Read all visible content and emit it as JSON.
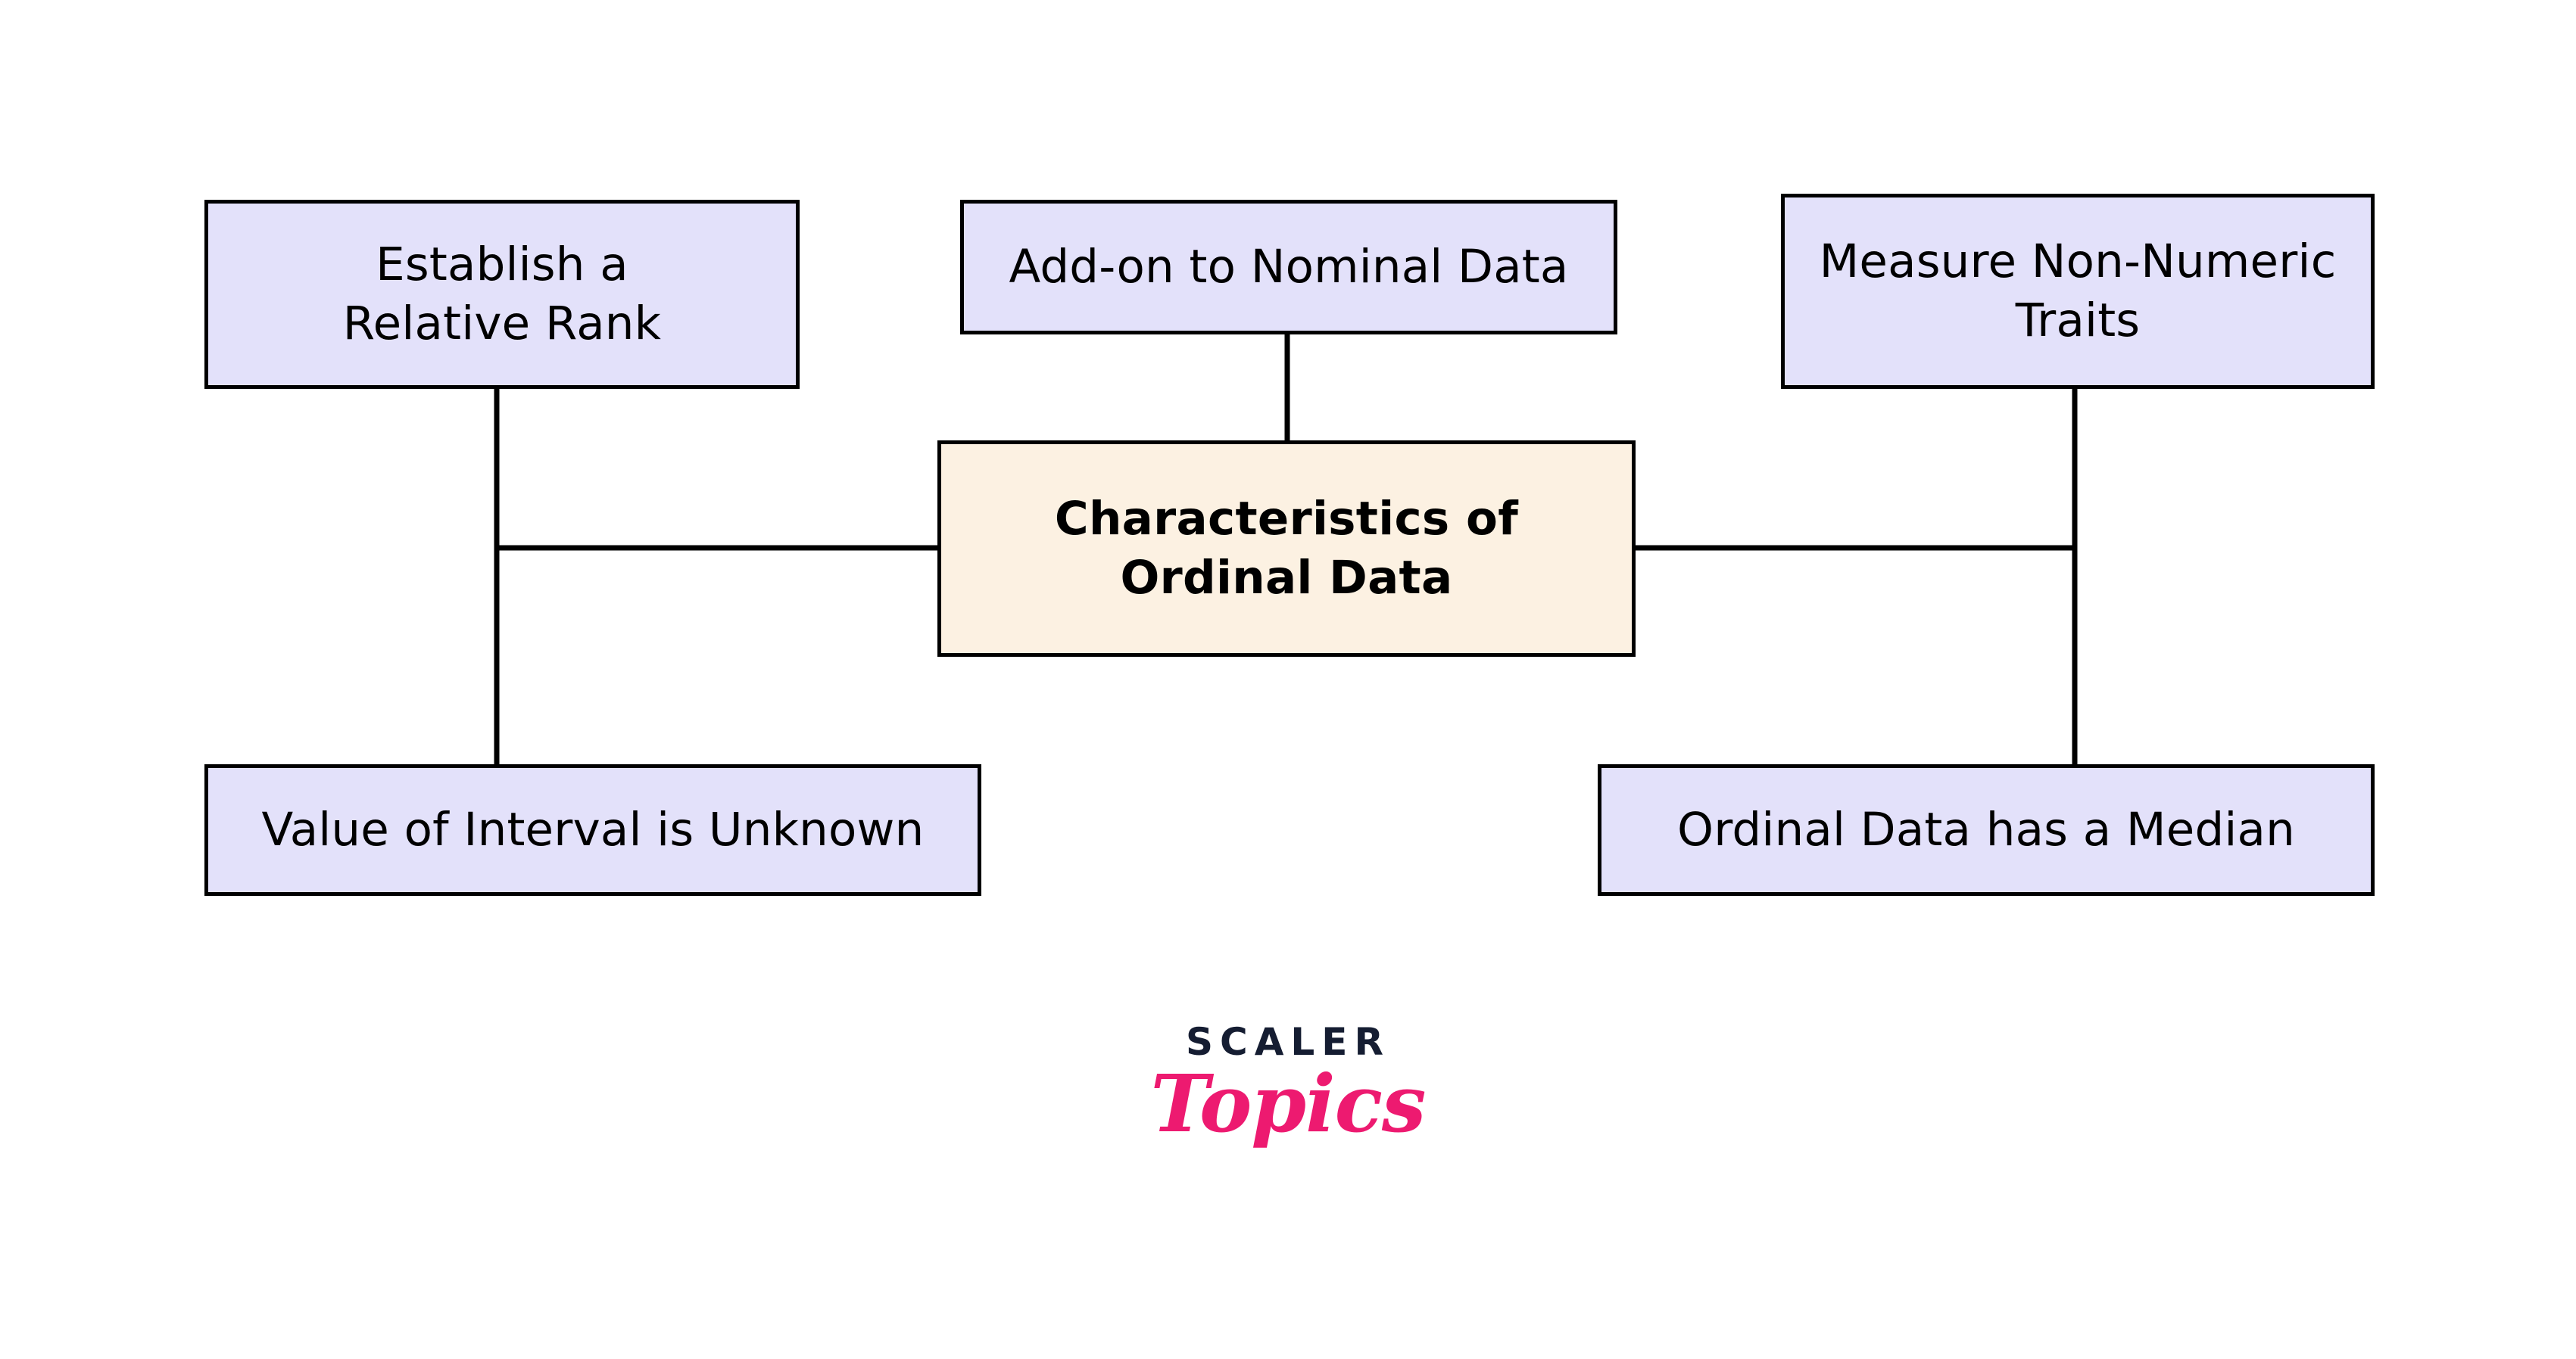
{
  "diagram": {
    "title": "Characteristics of Ordinal Data",
    "type": "mind-map",
    "colors": {
      "branch_fill": "#e3e1fa",
      "center_fill": "#fcf1e2",
      "border": "#000000",
      "text": "#000000",
      "background": "#ffffff"
    },
    "center_node": {
      "label": "Characteristics of\nOrdinal Data"
    },
    "branch_nodes": [
      {
        "id": "establish-relative-rank",
        "label": "Establish a\nRelative Rank"
      },
      {
        "id": "add-on-nominal-data",
        "label": "Add-on to Nominal Data"
      },
      {
        "id": "measure-non-numeric",
        "label": "Measure Non-Numeric\nTraits"
      },
      {
        "id": "value-interval-unknown",
        "label": "Value of Interval is Unknown"
      },
      {
        "id": "ordinal-has-median",
        "label": "Ordinal Data has a Median"
      }
    ]
  },
  "logo": {
    "primary_text": "SCALER",
    "secondary_text": "Topics",
    "primary_color": "#151d32",
    "secondary_color": "#ed1a70"
  }
}
